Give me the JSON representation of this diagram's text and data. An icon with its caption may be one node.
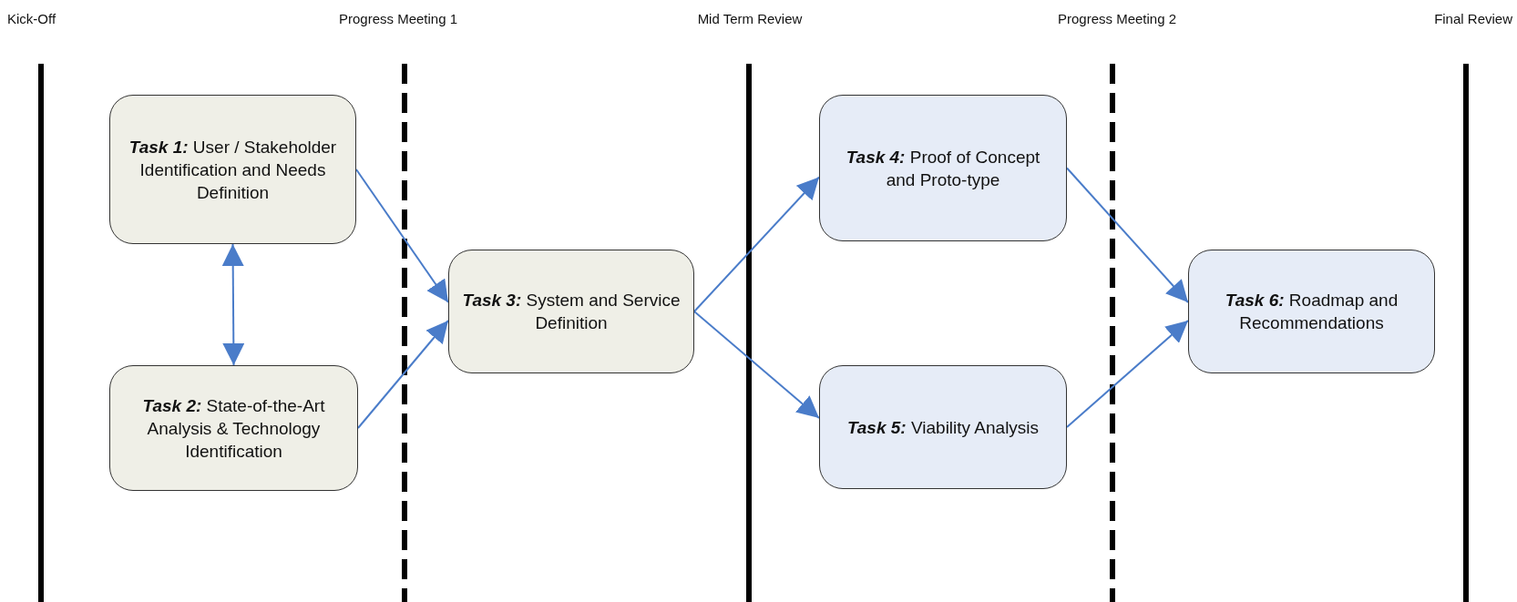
{
  "diagram": {
    "nodes": [
      {
        "text": [
          "**Task 1:** User / Stakeholder Identification and Needs Definition"
        ]
      },
      {
        "text": [
          "**Task 2:** State-of-the-Art Analysis & Technology Identification"
        ]
      },
      {
        "text": [
          "**Task 3:** System and Service Definition"
        ]
      },
      {
        "text": [
          "**Task 4:** Proof of Concept and Proto-type"
        ]
      },
      {
        "text": [
          "**Task 5:** Viability Analysis"
        ]
      },
      {
        "text": [
          "**Task 6:** Roadmap and Recommendations"
        ]
      }
    ],
    "edges": [
      {
        "from": 0,
        "to": 2,
        "arrow": "to"
      },
      {
        "from": 1,
        "to": 2,
        "arrow": "to"
      },
      {
        "from": 0,
        "to": 1,
        "arrow": "both"
      },
      {
        "from": 2,
        "to": 3,
        "arrow": "to"
      },
      {
        "from": 2,
        "to": 4,
        "arrow": "to"
      },
      {
        "from": 3,
        "to": 5,
        "arrow": "to"
      },
      {
        "from": 4,
        "to": 5,
        "arrow": "to"
      }
    ],
    "labels": [
      "Kick-Off",
      "Progress Meeting 1",
      "Mid Term Review",
      "Progress Meeting 2",
      "Final Review"
    ]
  }
}
